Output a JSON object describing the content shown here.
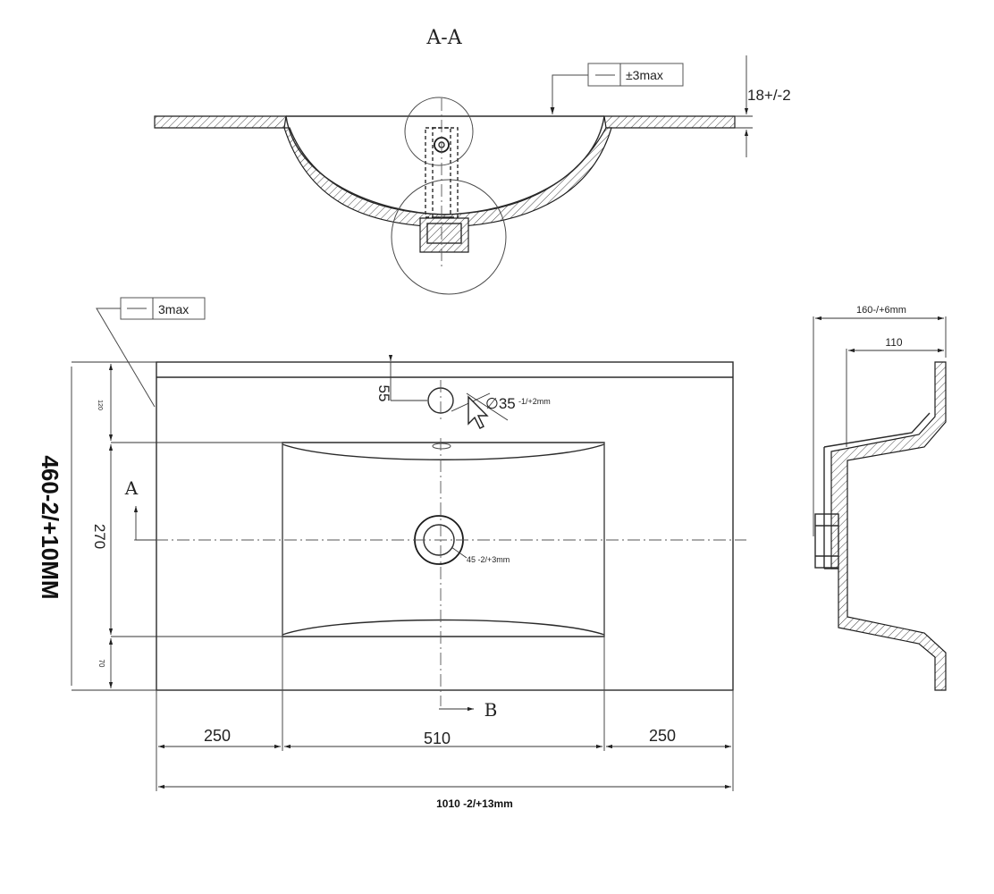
{
  "section_title": "A-A",
  "tolerance_boxes": {
    "section": {
      "symbol": "—",
      "value": "±3max"
    },
    "plan": {
      "symbol": "—",
      "value": "3max"
    }
  },
  "dimensions": {
    "thickness": "18+/-2",
    "overall_depth": "460-2/+10MM",
    "left_width": "250",
    "bowl_width": "510",
    "right_width": "250",
    "overall_width": "1010 -2/+13mm",
    "tap_hole_offset": "55",
    "tap_hole_dia": "35",
    "tap_hole_tol": "-1/+2mm",
    "drain_dia": "45 -2/+3mm",
    "bowl_depth": "270",
    "back_edge": "120",
    "front_edge": "70",
    "side_depth": "160-/+6mm",
    "side_inner": "110"
  },
  "section_markers": {
    "a": "A",
    "b": "B"
  }
}
